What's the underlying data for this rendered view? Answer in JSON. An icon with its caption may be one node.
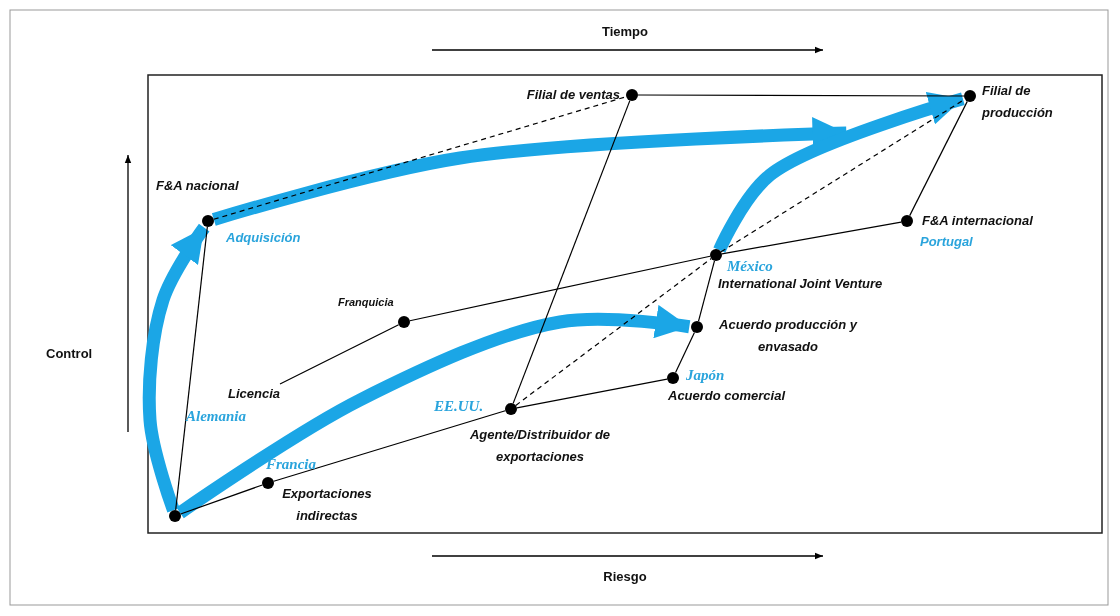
{
  "diagram": {
    "nodes": [
      {
        "text": [],
        "shape": "circle"
      },
      {
        "text": [],
        "shape": "circle",
        "beside": [
          "F&A nacional",
          "Adquisición"
        ]
      },
      {
        "text": [],
        "shape": "circle",
        "beside": [
          "Filial de ventas"
        ]
      },
      {
        "text": [],
        "shape": "circle",
        "beside": [
          "Filial de producción"
        ]
      },
      {
        "text": [
          "Licencia"
        ]
      },
      {
        "text": [],
        "shape": "circle",
        "beside": [
          "Franquicia"
        ]
      },
      {
        "text": [],
        "shape": "circle",
        "beside": [
          "México",
          "International Joint Venture"
        ]
      },
      {
        "text": [],
        "shape": "circle",
        "beside": [
          "F&A internacional",
          "Portugal"
        ]
      },
      {
        "text": [],
        "shape": "circle",
        "beside": [
          "Francia",
          "Exportaciones indirectas"
        ]
      },
      {
        "text": [],
        "shape": "circle",
        "beside": [
          "EE.UU.",
          "Agente/Distribuidor de exportaciones"
        ]
      },
      {
        "text": [],
        "shape": "circle",
        "beside": [
          "Japón",
          "Acuerdo comercial"
        ]
      },
      {
        "text": [],
        "shape": "circle",
        "beside": [
          "Acuerdo producción y envasado"
        ]
      }
    ],
    "edges": [
      {
        "from": 0,
        "to": 1,
        "arrow": "none"
      },
      {
        "from": 0,
        "to": 8,
        "arrow": "none"
      },
      {
        "from": 8,
        "to": 9,
        "arrow": "none"
      },
      {
        "from": 9,
        "to": 10,
        "arrow": "none"
      },
      {
        "from": 10,
        "to": 11,
        "arrow": "none"
      },
      {
        "from": 11,
        "to": 6,
        "arrow": "none"
      },
      {
        "from": 6,
        "to": 3,
        "arrow": "none",
        "style": "dashed"
      },
      {
        "from": 9,
        "to": 6,
        "arrow": "none",
        "style": "dashed"
      },
      {
        "from": 9,
        "to": 2,
        "arrow": "none"
      },
      {
        "from": 1,
        "to": 2,
        "arrow": "none",
        "style": "dashed"
      },
      {
        "from": 2,
        "to": 3,
        "arrow": "none"
      },
      {
        "from": 3,
        "to": 7,
        "arrow": "none"
      },
      {
        "from": 4,
        "to": 5,
        "arrow": "none"
      },
      {
        "from": 5,
        "to": 6,
        "arrow": "none"
      },
      {
        "from": 6,
        "to": 7,
        "arrow": "none"
      },
      {
        "from": 0,
        "to": 1,
        "arrow": "to",
        "style": "thick",
        "color": "#1ba6e6"
      },
      {
        "from": 1,
        "to": null,
        "arrow": "to",
        "style": "thick",
        "color": "#1ba6e6"
      },
      {
        "from": 0,
        "to": 11,
        "arrow": "to",
        "style": "thick",
        "color": "#1ba6e6"
      },
      {
        "from": 6,
        "to": 3,
        "arrow": "to",
        "style": "thick",
        "color": "#1ba6e6"
      }
    ],
    "labels": [
      "Tiempo",
      "Control",
      "Alemania",
      "Riesgo"
    ]
  }
}
